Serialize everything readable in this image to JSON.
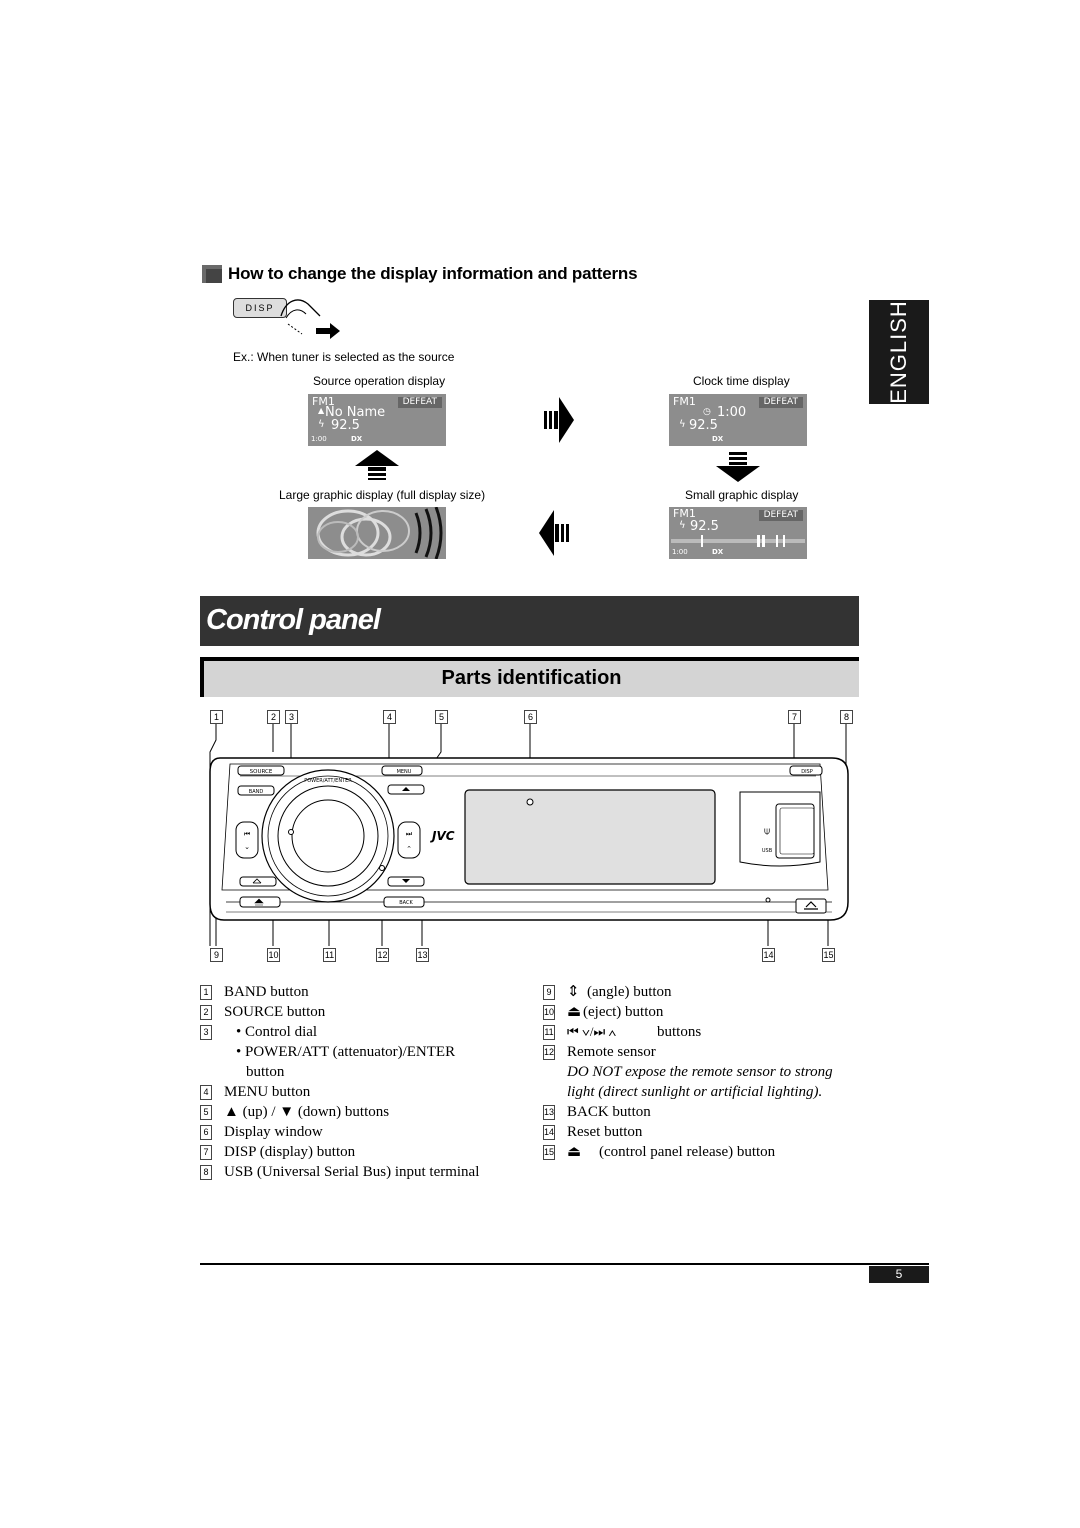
{
  "section": {
    "title": "How to change the display information and patterns"
  },
  "language_tab": "ENGLISH",
  "disp_key_label": "DISP",
  "example_caption": "Ex.: When tuner is selected as the source",
  "displays": {
    "source": {
      "caption": "Source operation display",
      "band": "FM1",
      "defeat": "DEFEAT",
      "name": "No Name",
      "freq": "92.5",
      "clock": "1:00",
      "dx": "DX"
    },
    "clock": {
      "caption": "Clock time display",
      "band": "FM1",
      "defeat": "DEFEAT",
      "time": "1:00",
      "freq": "92.5",
      "dx": "DX"
    },
    "large": {
      "caption": "Large graphic display (full display size)"
    },
    "small": {
      "caption": "Small graphic display",
      "band": "FM1",
      "defeat": "DEFEAT",
      "freq": "92.5",
      "clock": "1:00",
      "dx": "DX"
    }
  },
  "banner": "Control panel",
  "parts_heading": "Parts identification",
  "callouts_top": [
    "1",
    "2",
    "3",
    "4",
    "5",
    "6",
    "7",
    "8"
  ],
  "callouts_bottom": [
    "9",
    "10",
    "11",
    "12",
    "13",
    "14",
    "15"
  ],
  "panel_labels": {
    "source": "SOURCE",
    "band": "BAND",
    "menu": "MENU",
    "disp": "DISP",
    "back": "BACK",
    "usb": "USB",
    "brand": "JVC",
    "ring": "POWER/ATT/ENTER"
  },
  "legend_left": [
    {
      "n": "1",
      "text": "BAND button"
    },
    {
      "n": "2",
      "text": "SOURCE button"
    },
    {
      "n": "3",
      "text": "• Control dial"
    },
    {
      "n": "",
      "text": "• POWER/ATT (attenuator)/ENTER"
    },
    {
      "n": "",
      "text": "button"
    },
    {
      "n": "4",
      "text": "MENU button"
    },
    {
      "n": "5",
      "text": "▲ (up) / ▼ (down) buttons"
    },
    {
      "n": "6",
      "text": "Display window"
    },
    {
      "n": "7",
      "text": "DISP (display) button"
    },
    {
      "n": "8",
      "text": "USB (Universal Serial Bus) input terminal"
    }
  ],
  "legend_right": [
    {
      "n": "9",
      "text": "(angle) button"
    },
    {
      "n": "10",
      "text": "(eject) button"
    },
    {
      "n": "11",
      "text": "buttons"
    },
    {
      "n": "12",
      "text": "Remote sensor"
    },
    {
      "n": "",
      "text": "DO NOT expose the remote sensor to strong"
    },
    {
      "n": "",
      "text": "light (direct sunlight or artificial lighting)."
    },
    {
      "n": "13",
      "text": "BACK button"
    },
    {
      "n": "14",
      "text": "Reset button"
    },
    {
      "n": "15",
      "text": "(control panel release) button"
    }
  ],
  "page_number": "5"
}
